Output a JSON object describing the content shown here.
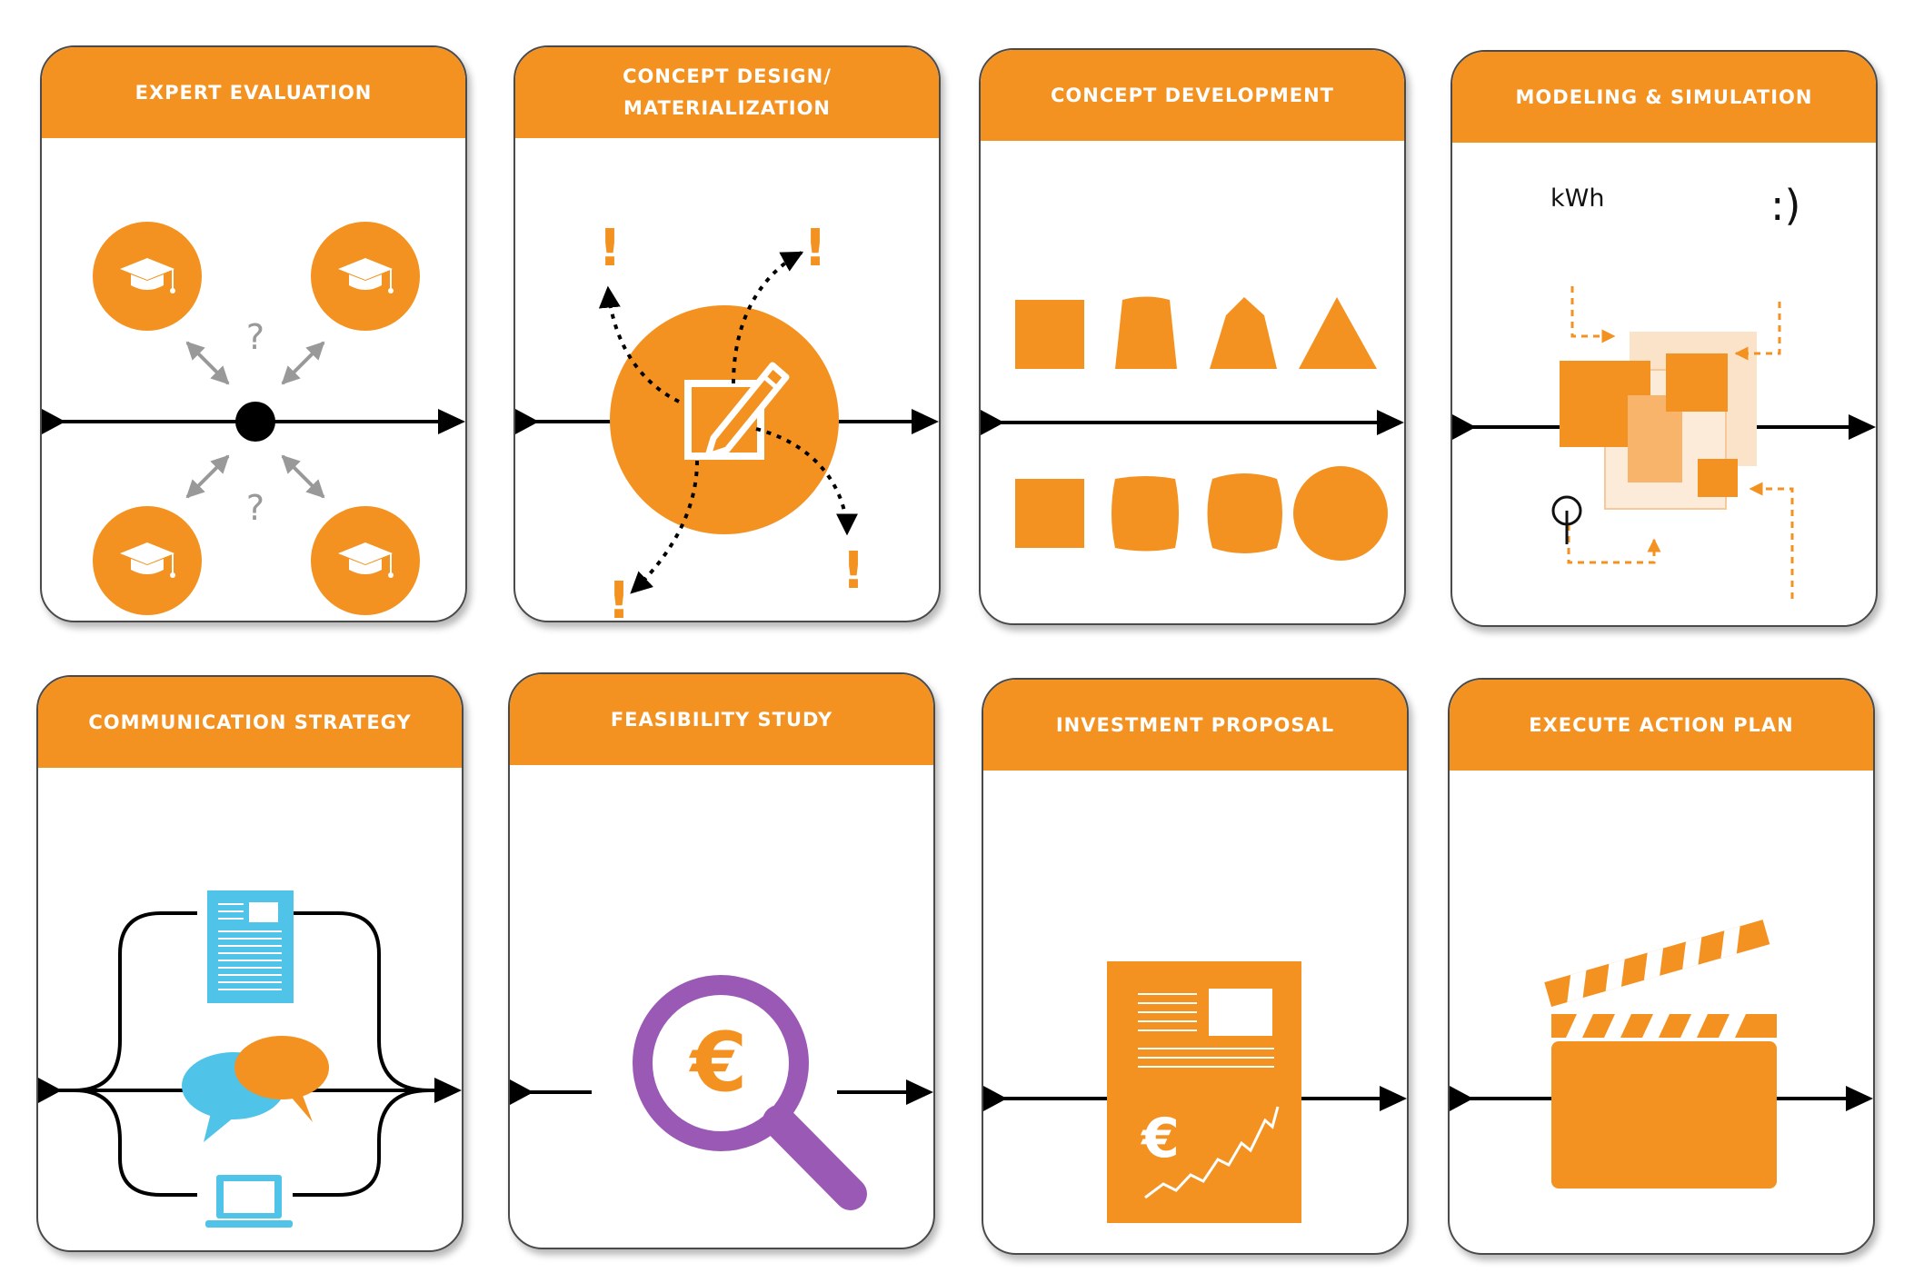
{
  "colors": {
    "accent": "#F39221",
    "accent_light": "#F7B46A",
    "accent_pale": "#FBE3C9",
    "purple": "#9B59B6",
    "cyan": "#4FC3E8",
    "line": "#000000",
    "grey": "#999999"
  },
  "cards": [
    {
      "title": "EXPERT EVALUATION",
      "icon": "graduation-caps-icon",
      "labels": [
        "?",
        "?"
      ]
    },
    {
      "title_lines": [
        "CONCEPT DESIGN/",
        "MATERIALIZATION"
      ],
      "icon": "edit-pencil-icon",
      "labels": [
        "!",
        "!",
        "!",
        "!"
      ]
    },
    {
      "title": "CONCEPT DEVELOPMENT",
      "icon": "shape-morph-icon"
    },
    {
      "title": "MODELING & SIMULATION",
      "icon": "simulation-blocks-icon",
      "labels": [
        "kWh",
        ":)",
        "€"
      ]
    },
    {
      "title": "COMMUNICATION STRATEGY",
      "icon": "communication-icon"
    },
    {
      "title": "FEASIBILITY STUDY",
      "icon": "magnifier-euro-icon",
      "labels": [
        "€"
      ]
    },
    {
      "title": "INVESTMENT PROPOSAL",
      "icon": "investment-document-icon",
      "labels": [
        "€"
      ]
    },
    {
      "title": "EXECUTE ACTION PLAN",
      "icon": "clapperboard-icon"
    }
  ]
}
